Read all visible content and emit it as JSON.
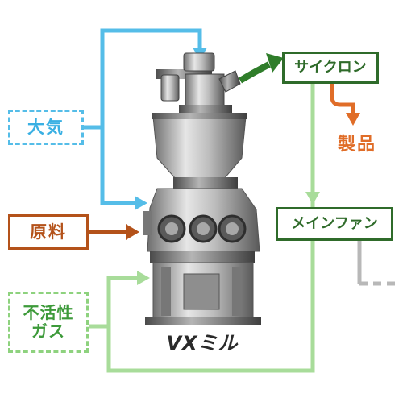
{
  "labels": {
    "cyclone": "サイクロン",
    "atmosphere": "大気",
    "product": "製品",
    "raw_material": "原料",
    "main_fan": "メインファン",
    "inert_gas_line1": "不活性",
    "inert_gas_line2": "ガス",
    "mill": "VXミル"
  },
  "colors": {
    "air_line": "#55bde8",
    "raw_line": "#b4521a",
    "product_line": "#e06d28",
    "exhaust_arrow": "#2f7d2a",
    "gas_line": "#a8dc9a",
    "vent_line": "#b8b8b8"
  }
}
